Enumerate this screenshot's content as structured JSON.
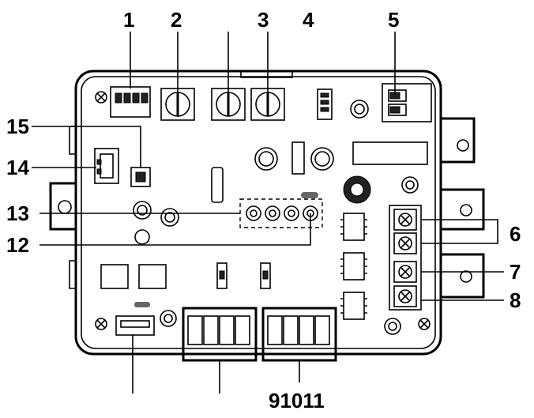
{
  "callouts": {
    "c1": "1",
    "c2": "2",
    "c3": "3",
    "c4": "4",
    "c5": "5",
    "c6": "6",
    "c7": "7",
    "c8": "8",
    "c12": "12",
    "c13": "13",
    "c14": "14",
    "c15": "15",
    "c91011": "91011"
  }
}
